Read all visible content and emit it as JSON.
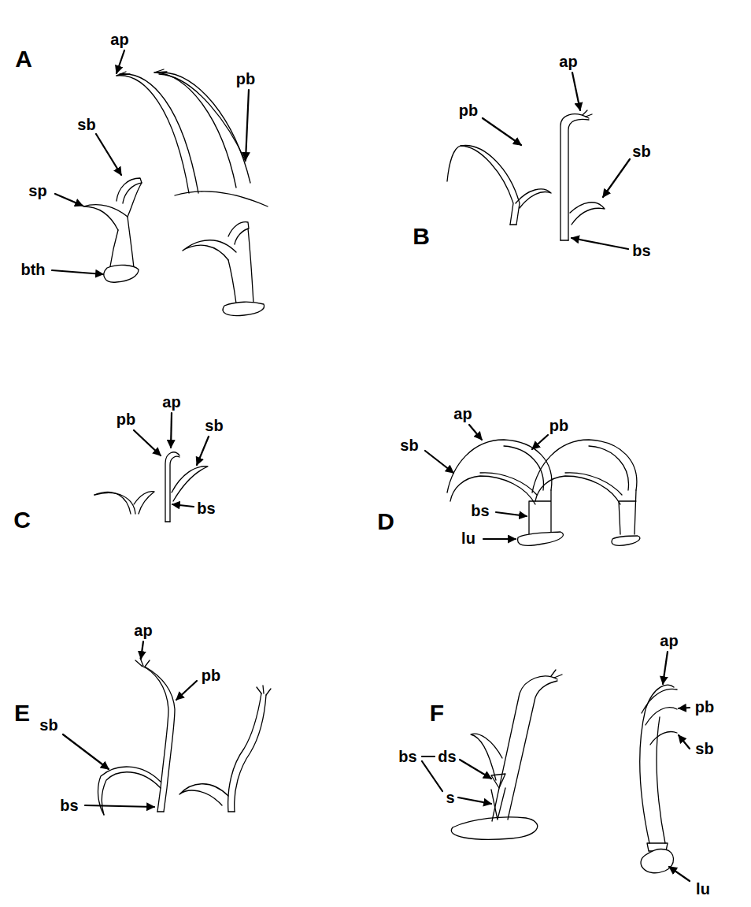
{
  "diagram": {
    "labels": [
      "A",
      "ap",
      "pb",
      "sb",
      "sp",
      "bth",
      "B",
      "pb",
      "ap",
      "sb",
      "bs",
      "C",
      "pb",
      "ap",
      "sb",
      "bs",
      "D",
      "ap",
      "pb",
      "sb",
      "bs",
      "lu",
      "E",
      "ap",
      "pb",
      "sb",
      "bs",
      "F",
      "ap",
      "pb",
      "bs",
      "ds",
      "s",
      "sb",
      "lu"
    ]
  }
}
